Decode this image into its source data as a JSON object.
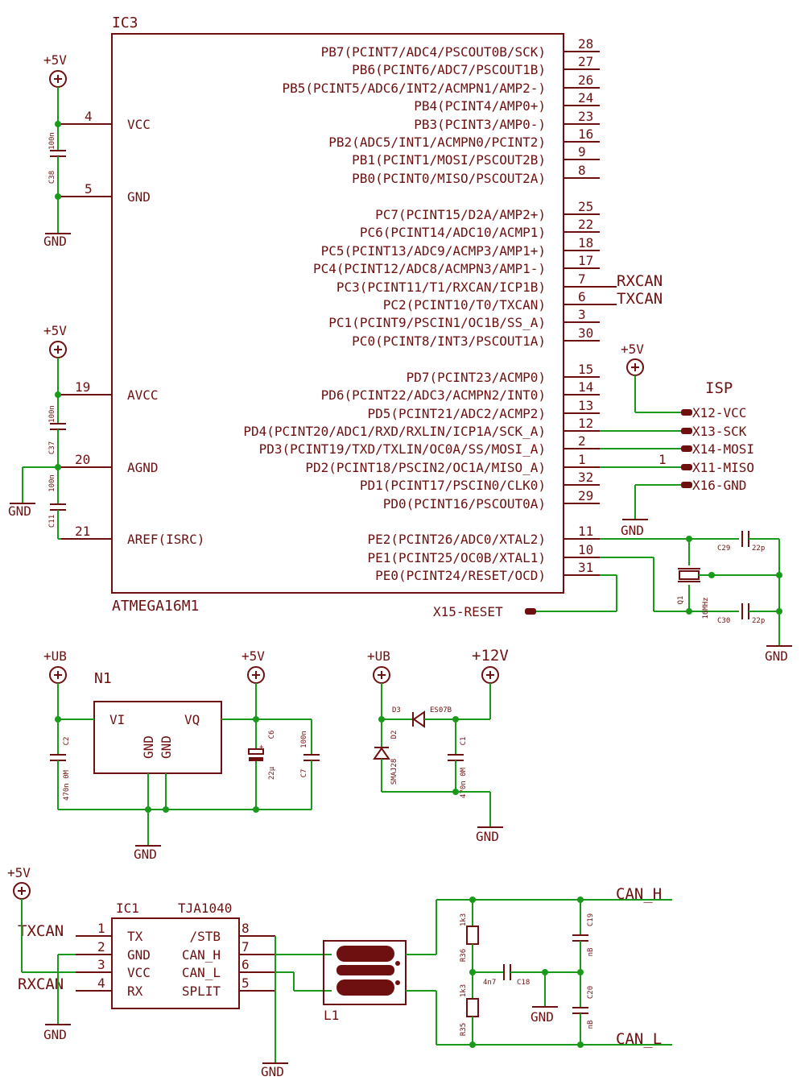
{
  "ic3": {
    "ref": "IC3",
    "value": "ATMEGA16M1",
    "left_pins": [
      {
        "num": "4",
        "label": "VCC"
      },
      {
        "num": "5",
        "label": "GND"
      },
      {
        "num": "19",
        "label": "AVCC"
      },
      {
        "num": "20",
        "label": "AGND"
      },
      {
        "num": "21",
        "label": "AREF(ISRC)"
      }
    ],
    "right_pins": [
      {
        "num": "28",
        "label": "PB7(PCINT7/ADC4/PSCOUT0B/SCK)"
      },
      {
        "num": "27",
        "label": "PB6(PCINT6/ADC7/PSCOUT1B)"
      },
      {
        "num": "26",
        "label": "PB5(PCINT5/ADC6/INT2/ACMPN1/AMP2-)"
      },
      {
        "num": "24",
        "label": "PB4(PCINT4/AMP0+)"
      },
      {
        "num": "23",
        "label": "PB3(PCINT3/AMP0-)"
      },
      {
        "num": "16",
        "label": "PB2(ADC5/INT1/ACMPN0/PCINT2)"
      },
      {
        "num": "9",
        "label": "PB1(PCINT1/MOSI/PSCOUT2B)"
      },
      {
        "num": "8",
        "label": "PB0(PCINT0/MISO/PSCOUT2A)"
      },
      {
        "num": "25",
        "label": "PC7(PCINT15/D2A/AMP2+)"
      },
      {
        "num": "22",
        "label": "PC6(PCINT14/ADC10/ACMP1)"
      },
      {
        "num": "18",
        "label": "PC5(PCINT13/ADC9/ACMP3/AMP1+)"
      },
      {
        "num": "17",
        "label": "PC4(PCINT12/ADC8/ACMPN3/AMP1-)"
      },
      {
        "num": "7",
        "label": "PC3(PCINT11/T1/RXCAN/ICP1B)"
      },
      {
        "num": "6",
        "label": "PC2(PCINT10/T0/TXCAN)"
      },
      {
        "num": "3",
        "label": "PC1(PCINT9/PSCIN1/OC1B/SS_A)"
      },
      {
        "num": "30",
        "label": "PC0(PCINT8/INT3/PSCOUT1A)"
      },
      {
        "num": "15",
        "label": "PD7(PCINT23/ACMP0)"
      },
      {
        "num": "14",
        "label": "PD6(PCINT22/ADC3/ACMPN2/INT0)"
      },
      {
        "num": "13",
        "label": "PD5(PCINT21/ADC2/ACMP2)"
      },
      {
        "num": "12",
        "label": "PD4(PCINT20/ADC1/RXD/RXLIN/ICP1A/SCK_A)"
      },
      {
        "num": "2",
        "label": "PD3(PCINT19/TXD/TXLIN/OC0A/SS/MOSI_A)"
      },
      {
        "num": "1",
        "label": "PD2(PCINT18/PSCIN2/OC1A/MISO_A)"
      },
      {
        "num": "32",
        "label": "PD1(PCINT17/PSCIN0/CLK0)"
      },
      {
        "num": "29",
        "label": "PD0(PCINT16/PSCOUT0A)"
      },
      {
        "num": "11",
        "label": "PE2(PCINT26/ADC0/XTAL2)"
      },
      {
        "num": "10",
        "label": "PE1(PCINT25/OC0B/XTAL1)"
      },
      {
        "num": "31",
        "label": "PE0(PCINT24/RESET/OCD)"
      }
    ]
  },
  "supplies": {
    "p5v": "+5V",
    "ub": "+UB",
    "p12v": "+12V",
    "gnd": "GND"
  },
  "nets": {
    "rxcan": "RXCAN",
    "txcan": "TXCAN",
    "can_h": "CAN_H",
    "can_l": "CAN_L",
    "isp": "ISP",
    "isp_pin1": "1"
  },
  "connectors": {
    "x12": "X12-VCC",
    "x13": "X13-SCK",
    "x14": "X14-MOSI",
    "x11": "X11-MISO",
    "x16": "X16-GND",
    "x15": "X15-RESET"
  },
  "components": {
    "c38": {
      "ref": "C38",
      "value": "100n"
    },
    "c37": {
      "ref": "C37",
      "value": "100n"
    },
    "c11": {
      "ref": "C11",
      "value": "100n"
    },
    "c29": {
      "ref": "C29",
      "value": "22p"
    },
    "c30": {
      "ref": "C30",
      "value": "22p"
    },
    "q1": {
      "ref": "Q1",
      "value": "16MHz"
    },
    "c2": {
      "ref": "C2",
      "value": "470n 0M"
    },
    "c6": {
      "ref": "C6",
      "value": "22µ"
    },
    "c7": {
      "ref": "C7",
      "value": "100n"
    },
    "c1": {
      "ref": "C1",
      "value": "470n 0M"
    },
    "d3": {
      "ref": "D3",
      "value": "ES07B"
    },
    "d2": {
      "ref": "D2",
      "value": "SMAJ28"
    },
    "r36": {
      "ref": "R36",
      "value": "1k3"
    },
    "r35": {
      "ref": "R35",
      "value": "1k3"
    },
    "c18": {
      "ref": "C18",
      "value": "4n7"
    },
    "c19": {
      "ref": "C19",
      "value": "nB"
    },
    "c20": {
      "ref": "C20",
      "value": "nB"
    },
    "l1": {
      "ref": "L1"
    }
  },
  "n1": {
    "ref": "N1",
    "vi": "VI",
    "vq": "VQ",
    "gnd": "GND"
  },
  "ic1": {
    "ref": "IC1",
    "value": "TJA1040",
    "pins": [
      {
        "num": "1",
        "label": "TX"
      },
      {
        "num": "2",
        "label": "GND"
      },
      {
        "num": "3",
        "label": "VCC"
      },
      {
        "num": "4",
        "label": "RX"
      },
      {
        "num": "8",
        "label": "/STB"
      },
      {
        "num": "7",
        "label": "CAN_H"
      },
      {
        "num": "6",
        "label": "CAN_L"
      },
      {
        "num": "5",
        "label": "SPLIT"
      }
    ]
  }
}
